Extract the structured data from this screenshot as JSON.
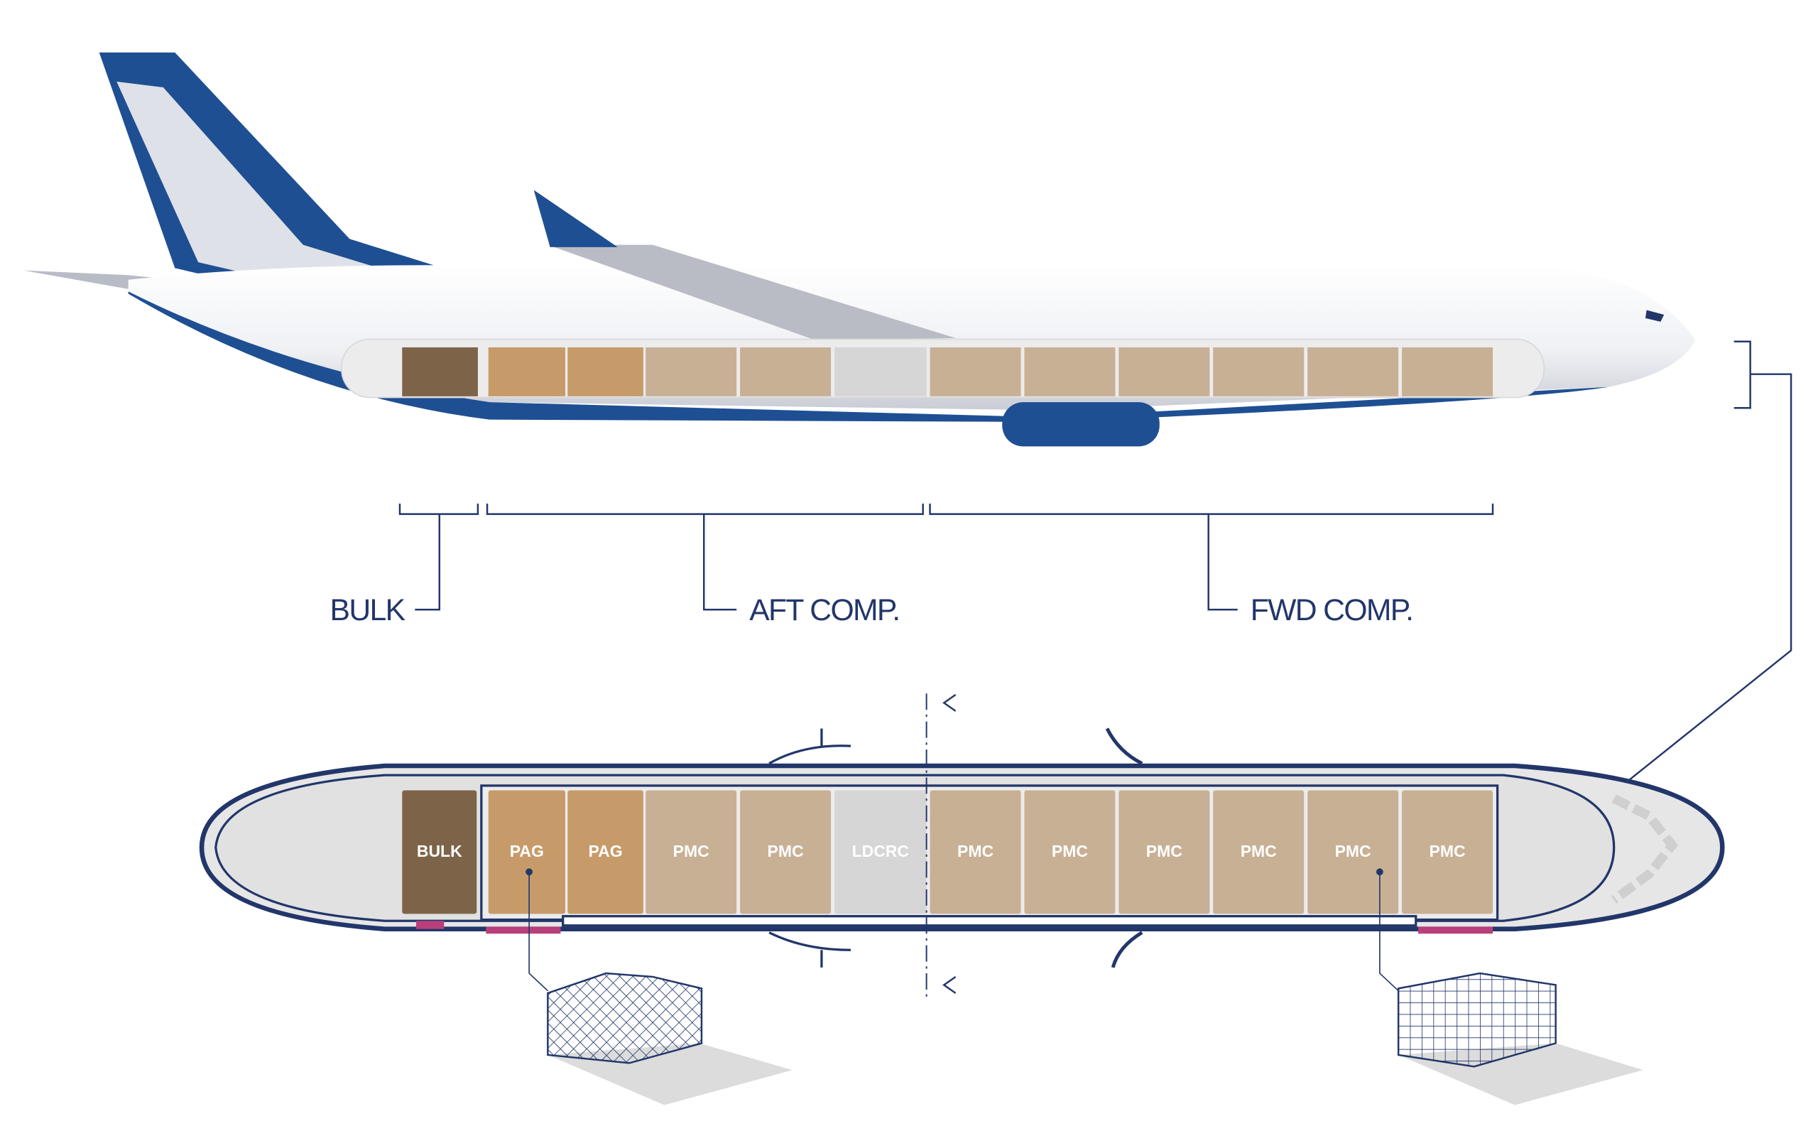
{
  "colors": {
    "navy": "#22366a",
    "bulk": "#7d6449",
    "pag": "#c79b69",
    "pmc": "#c8b095",
    "ldcrc": "#d6d6d6",
    "door": "#b8407a",
    "fuselage": "#e4e4e4"
  },
  "compartments": [
    {
      "label": "BULK"
    },
    {
      "label": "AFT COMP."
    },
    {
      "label": "FWD COMP."
    }
  ],
  "slots": [
    {
      "label": "BULK",
      "type": "bulk"
    },
    {
      "label": "PAG",
      "type": "pag"
    },
    {
      "label": "PAG",
      "type": "pag"
    },
    {
      "label": "PMC",
      "type": "pmc"
    },
    {
      "label": "PMC",
      "type": "pmc"
    },
    {
      "label": "LDCRC",
      "type": "ldcrc"
    },
    {
      "label": "PMC",
      "type": "pmc"
    },
    {
      "label": "PMC",
      "type": "pmc"
    },
    {
      "label": "PMC",
      "type": "pmc"
    },
    {
      "label": "PMC",
      "type": "pmc"
    },
    {
      "label": "PMC",
      "type": "pmc"
    },
    {
      "label": "PMC",
      "type": "pmc"
    }
  ]
}
